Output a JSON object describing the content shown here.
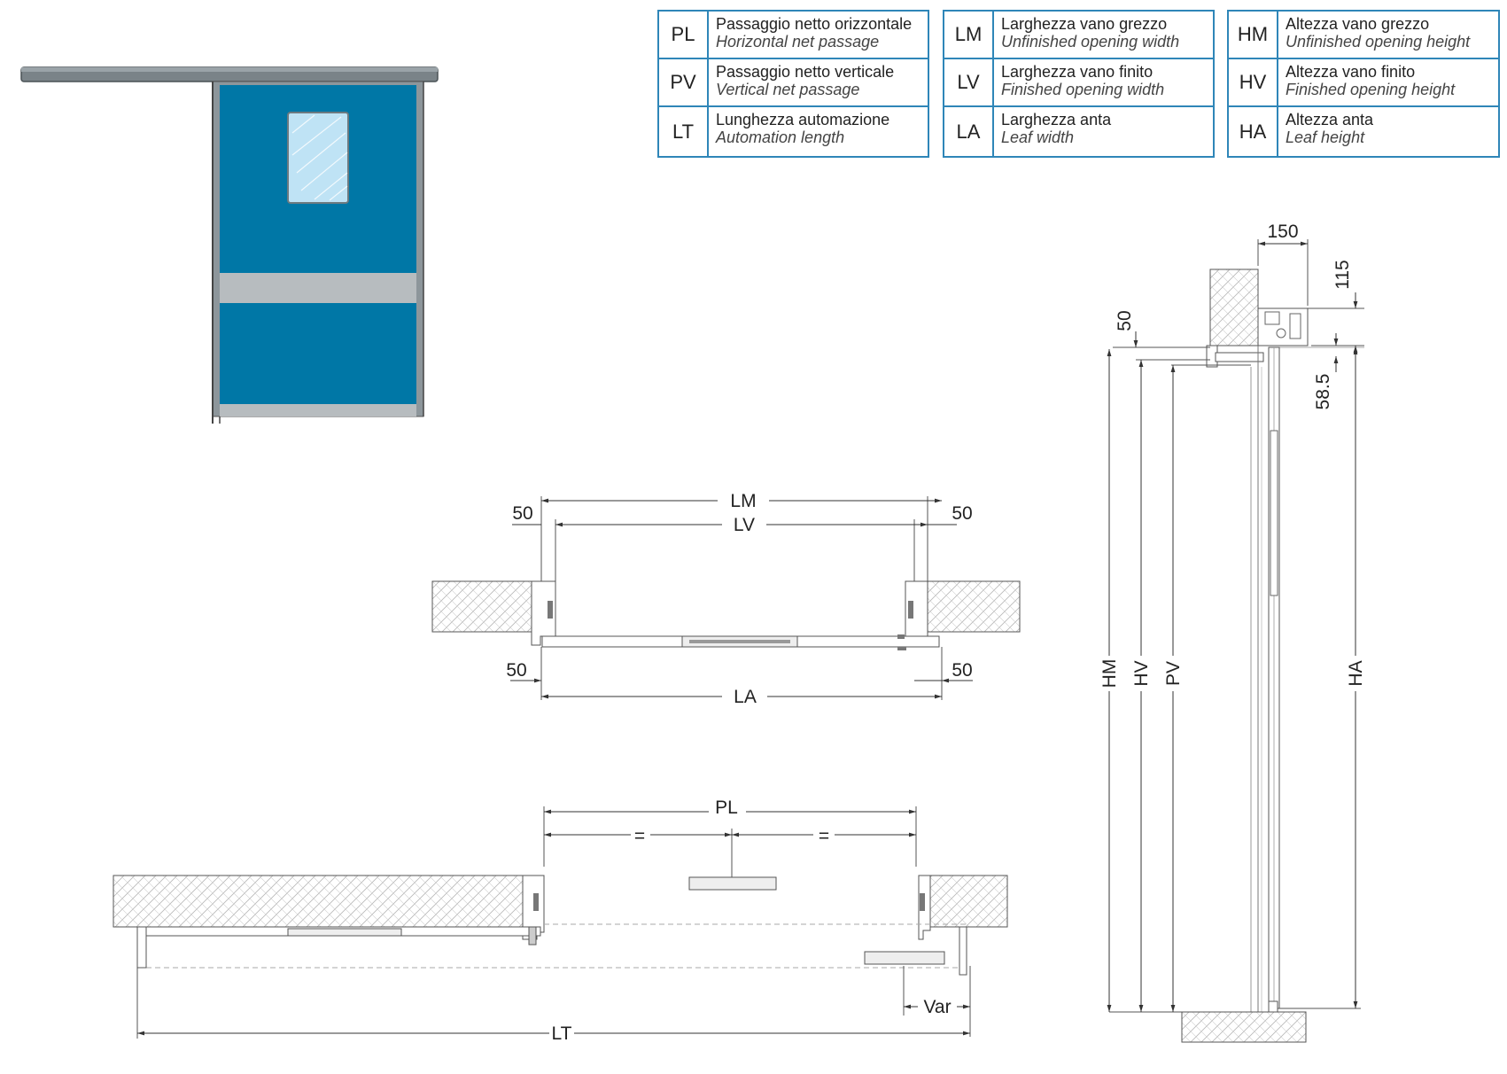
{
  "legend": {
    "col1": [
      {
        "code": "PL",
        "it": "Passaggio netto orizzontale",
        "en": "Horizontal net passage"
      },
      {
        "code": "PV",
        "it": "Passaggio netto verticale",
        "en": "Vertical net passage"
      },
      {
        "code": "LT",
        "it": "Lunghezza automazione",
        "en": "Automation length"
      }
    ],
    "col2": [
      {
        "code": "LM",
        "it": "Larghezza vano grezzo",
        "en": "Unfinished opening width"
      },
      {
        "code": "LV",
        "it": "Larghezza vano finito",
        "en": "Finished opening width"
      },
      {
        "code": "LA",
        "it": "Larghezza anta",
        "en": "Leaf width"
      }
    ],
    "col3": [
      {
        "code": "HM",
        "it": "Altezza vano grezzo",
        "en": "Unfinished opening height"
      },
      {
        "code": "HV",
        "it": "Altezza vano finito",
        "en": "Finished opening height"
      },
      {
        "code": "HA",
        "it": "Altezza anta",
        "en": "Leaf height"
      }
    ]
  },
  "plan_view": {
    "lm": "LM",
    "lv": "LV",
    "la": "LA",
    "d50_tl": "50",
    "d50_tr": "50",
    "d50_bl": "50",
    "d50_br": "50"
  },
  "bottom_view": {
    "pl": "PL",
    "eq_left": "=",
    "eq_right": "=",
    "var": "Var",
    "lt": "LT"
  },
  "section_view": {
    "d150": "150",
    "d115": "115",
    "d50": "50",
    "d58_5": "58.5",
    "hm": "HM",
    "hv": "HV",
    "pv": "PV",
    "ha": "HA"
  },
  "colors": {
    "legend_border": "#2f86b8",
    "door_blue": "#0077a6",
    "door_frame": "#7f8c93",
    "glass": "#bfe3f5",
    "kick_band": "#b7bcbf"
  }
}
